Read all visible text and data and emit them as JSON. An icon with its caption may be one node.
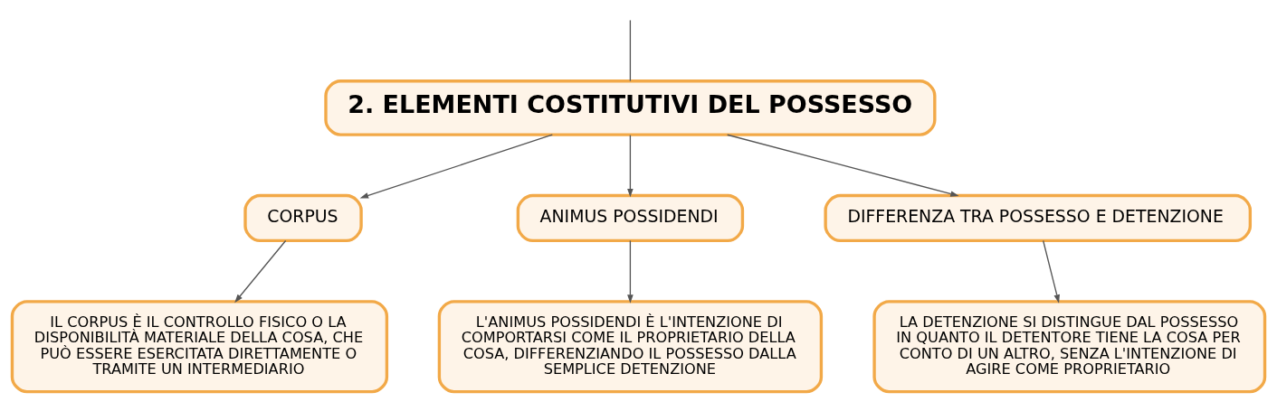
{
  "diagram": {
    "nodes": [
      {
        "text": [
          "2. ELEMENTI COSTITUTIVI DEL POSSESSO"
        ]
      },
      {
        "text": [
          "CORPUS"
        ]
      },
      {
        "text": [
          "ANIMUS POSSIDENDI"
        ]
      },
      {
        "text": [
          "DIFFERENZA TRA POSSESSO E DETENZIONE"
        ]
      },
      {
        "text": [
          "IL CORPUS È IL CONTROLLO FISICO O LA DISPONIBILITÀ MATERIALE DELLA COSA, CHE PUÒ ESSERE ESERCITATA DIRETTAMENTE O TRAMITE UN INTERMEDIARIO"
        ]
      },
      {
        "text": [
          "L'ANIMUS POSSIDENDI È L'INTENZIONE DI COMPORTARSI COME IL PROPRIETARIO DELLA COSA, DIFFERENZIANDO IL POSSESSO DALLA SEMPLICE DETENZIONE"
        ]
      },
      {
        "text": [
          "LA DETENZIONE SI DISTINGUE DAL POSSESSO IN QUANTO IL DETENTORE TIENE LA COSA PER CONTO DI UN ALTRO, SENZA L'INTENZIONE DI AGIRE COME PROPRIETARIO"
        ]
      }
    ],
    "edges": [
      {
        "from": null,
        "to": 0,
        "arrow": "none"
      },
      {
        "from": 0,
        "to": 1,
        "arrow": "to"
      },
      {
        "from": 0,
        "to": 2,
        "arrow": "to"
      },
      {
        "from": 0,
        "to": 3,
        "arrow": "to"
      },
      {
        "from": 1,
        "to": 4,
        "arrow": "to"
      },
      {
        "from": 2,
        "to": 5,
        "arrow": "to"
      },
      {
        "from": 3,
        "to": 6,
        "arrow": "to"
      }
    ]
  }
}
